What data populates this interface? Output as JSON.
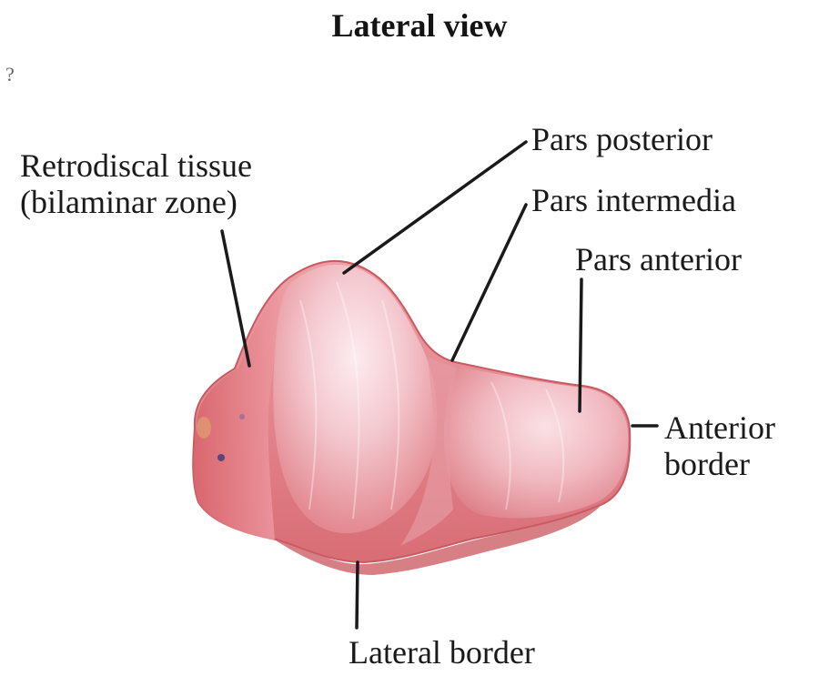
{
  "figure": {
    "title": "Lateral view",
    "stray_mark": "?"
  },
  "labels": {
    "retrodiscal_line1": "Retrodiscal tissue",
    "retrodiscal_line2": "(bilaminar zone)",
    "pars_posterior": "Pars posterior",
    "pars_intermedia": "Pars intermedia",
    "pars_anterior": "Pars anterior",
    "anterior_border_line1": "Anterior",
    "anterior_border_line2": "border",
    "lateral_border": "Lateral border"
  },
  "colors": {
    "disc_base": "#e8888e",
    "disc_light": "#f6d6dc",
    "disc_highlight": "#fbeef1",
    "disc_shadow": "#c9565c",
    "leader_line": "#1a1a1a"
  }
}
